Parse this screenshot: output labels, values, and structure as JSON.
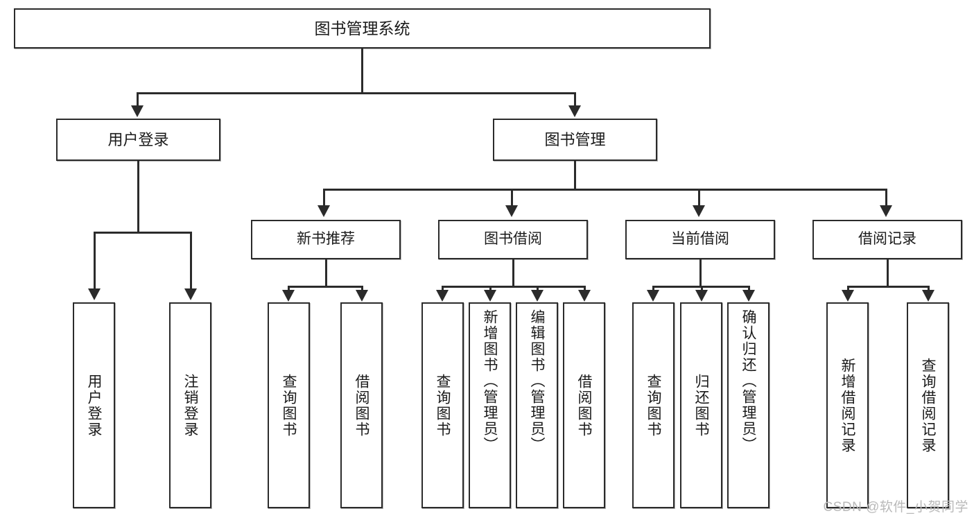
{
  "diagram": {
    "title": "图书管理系统",
    "watermark": "CSDN @软件_小贺同学",
    "root": {
      "label": "图书管理系统"
    },
    "tier2": [
      {
        "label": "用户登录"
      },
      {
        "label": "图书管理"
      }
    ],
    "tier3": [
      {
        "label": "新书推荐"
      },
      {
        "label": "图书借阅"
      },
      {
        "label": "当前借阅"
      },
      {
        "label": "借阅记录"
      }
    ],
    "leaves": {
      "user_login": [
        {
          "label": "用户登录"
        },
        {
          "label": "注销登录"
        }
      ],
      "new_book_recommend": [
        {
          "label": "查询图书"
        },
        {
          "label": "借阅图书"
        }
      ],
      "book_borrow": [
        {
          "label": "查询图书"
        },
        {
          "label": "新增图书（管理员）"
        },
        {
          "label": "编辑图书（管理员）"
        },
        {
          "label": "借阅图书"
        }
      ],
      "current_borrow": [
        {
          "label": "查询图书"
        },
        {
          "label": "归还图书"
        },
        {
          "label": "确认归还（管理员）"
        }
      ],
      "borrow_record": [
        {
          "label": "新增借阅记录"
        },
        {
          "label": "查询借阅记录"
        }
      ]
    }
  },
  "colors": {
    "stroke": "#2b2b2b",
    "fill": "#ffffff",
    "text": "#1a1a1a",
    "watermark": "#b9b9b9"
  }
}
